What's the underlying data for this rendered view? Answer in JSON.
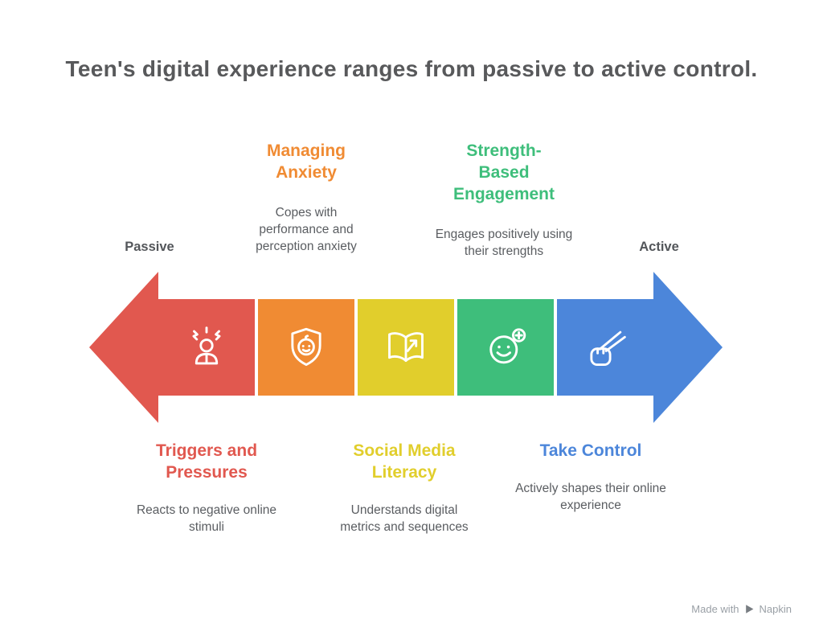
{
  "title": "Teen's digital experience ranges from passive to active control.",
  "endpoints": {
    "left": "Passive",
    "right": "Active"
  },
  "arrow": {
    "left_color": "#E1584F",
    "right_color": "#4C86DA"
  },
  "stages": [
    {
      "name": "Triggers and Pressures",
      "description": "Reacts to negative online stimuli",
      "color": "#E1584F",
      "icon": "stressed-person-icon",
      "label_position": "below"
    },
    {
      "name": "Managing Anxiety",
      "description": "Copes with performance and perception anxiety",
      "color": "#F08B33",
      "icon": "shield-baby-face-icon",
      "label_position": "above"
    },
    {
      "name": "Social Media Literacy",
      "description": "Understands digital metrics and sequences",
      "color": "#E1CE2C",
      "icon": "open-book-trend-arrow-icon",
      "label_position": "below"
    },
    {
      "name": "Strength-Based Engagement",
      "description": "Engages positively using their strengths",
      "color": "#3EBE7B",
      "icon": "smiley-plus-icon",
      "label_position": "above"
    },
    {
      "name": "Take Control",
      "description": "Actively shapes their online experience",
      "color": "#4C86DA",
      "icon": "hand-holding-sticks-icon",
      "label_position": "below"
    }
  ],
  "watermark": {
    "prefix": "Made with",
    "brand": "Napkin"
  }
}
